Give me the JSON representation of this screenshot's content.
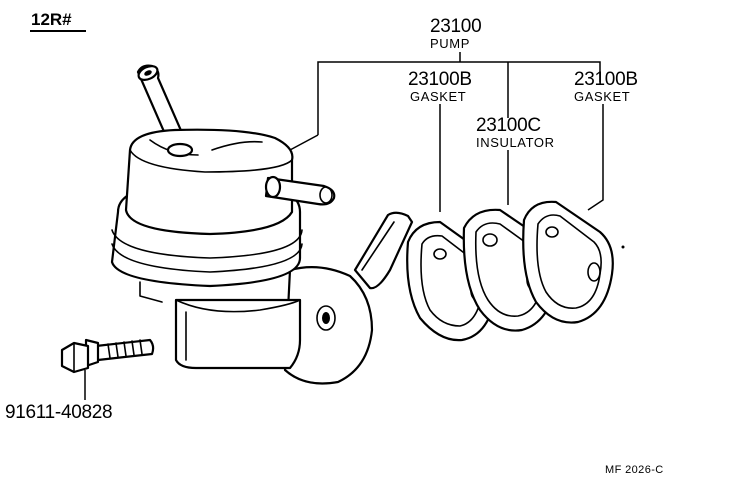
{
  "header": {
    "engine_code": "12R#"
  },
  "callouts": {
    "pump": {
      "part_number": "23100",
      "name": "PUMP"
    },
    "gasket_left": {
      "part_number": "23100B",
      "name": "GASKET"
    },
    "insulator": {
      "part_number": "23100C",
      "name": "INSULATOR"
    },
    "gasket_right": {
      "part_number": "23100B",
      "name": "GASKET"
    },
    "bolt": {
      "part_number": "91611-40828"
    }
  },
  "footer": {
    "figure_code": "MF 2026-C"
  },
  "colors": {
    "ink": "#000000",
    "paper": "#ffffff"
  }
}
